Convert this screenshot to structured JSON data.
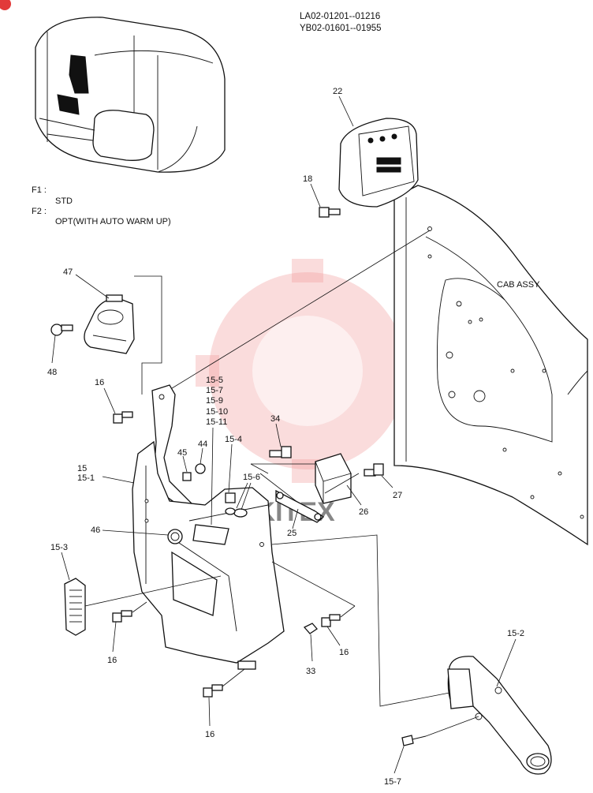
{
  "serial_ranges": [
    "LA02-01201--01216",
    "YB02-01601--01955"
  ],
  "figure_options": [
    {
      "code": "F1 :",
      "desc": "STD"
    },
    {
      "code": "F2 :",
      "desc": "OPT(WITH AUTO WARM UP)"
    }
  ],
  "cab_assy_label": "CAB ASSY",
  "callouts": {
    "c22": "22",
    "c18": "18",
    "c47": "47",
    "c48": "48",
    "c16a": "16",
    "c15_5": "15-5",
    "c15_7a": "15-7",
    "c15_9": "15-9",
    "c15_10": "15-10",
    "c15_11": "15-11",
    "c34": "34",
    "c44": "44",
    "c45": "45",
    "c15_4": "15-4",
    "c15_6": "15-6",
    "c15": "15",
    "c15_1": "15-1",
    "c46": "46",
    "c27": "27",
    "c26": "26",
    "c25": "25",
    "c15_3": "15-3",
    "c16b": "16",
    "c16c": "16",
    "c33": "33",
    "c16d": "16",
    "c15_2": "15-2",
    "c15_7b": "15-7"
  },
  "watermark_text": "AKITEX"
}
